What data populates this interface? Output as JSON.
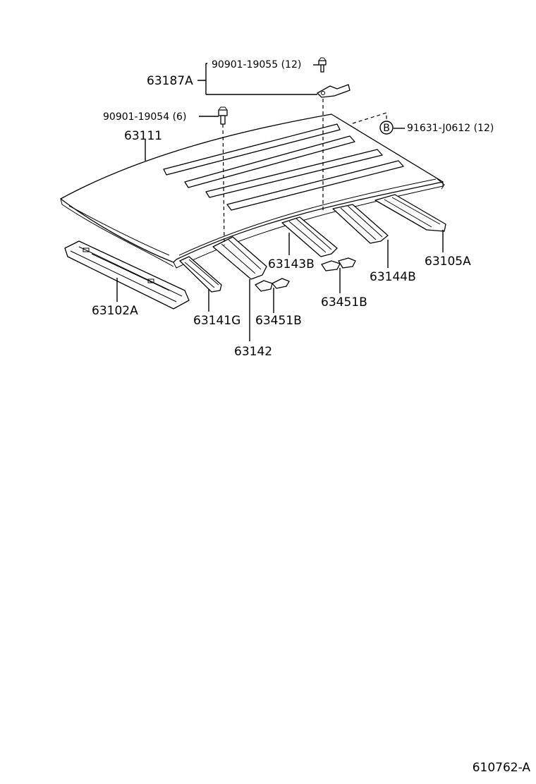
{
  "labels": {
    "bolt_top": "90901-19055 (12)",
    "clip_group": "63187A",
    "bolt_left": "90901-19054 (6)",
    "circle_b": "B",
    "ref_b": "91631-J0612 (12)",
    "roof_panel": "63111",
    "front_header": "63102A",
    "bow_1": "63141G",
    "bow_2": "63142",
    "bow_3": "63143B",
    "bow_4": "63144B",
    "rear_header": "63105A",
    "pad_left": "63451B",
    "pad_right": "63451B"
  },
  "diagram_id": "610762-A"
}
